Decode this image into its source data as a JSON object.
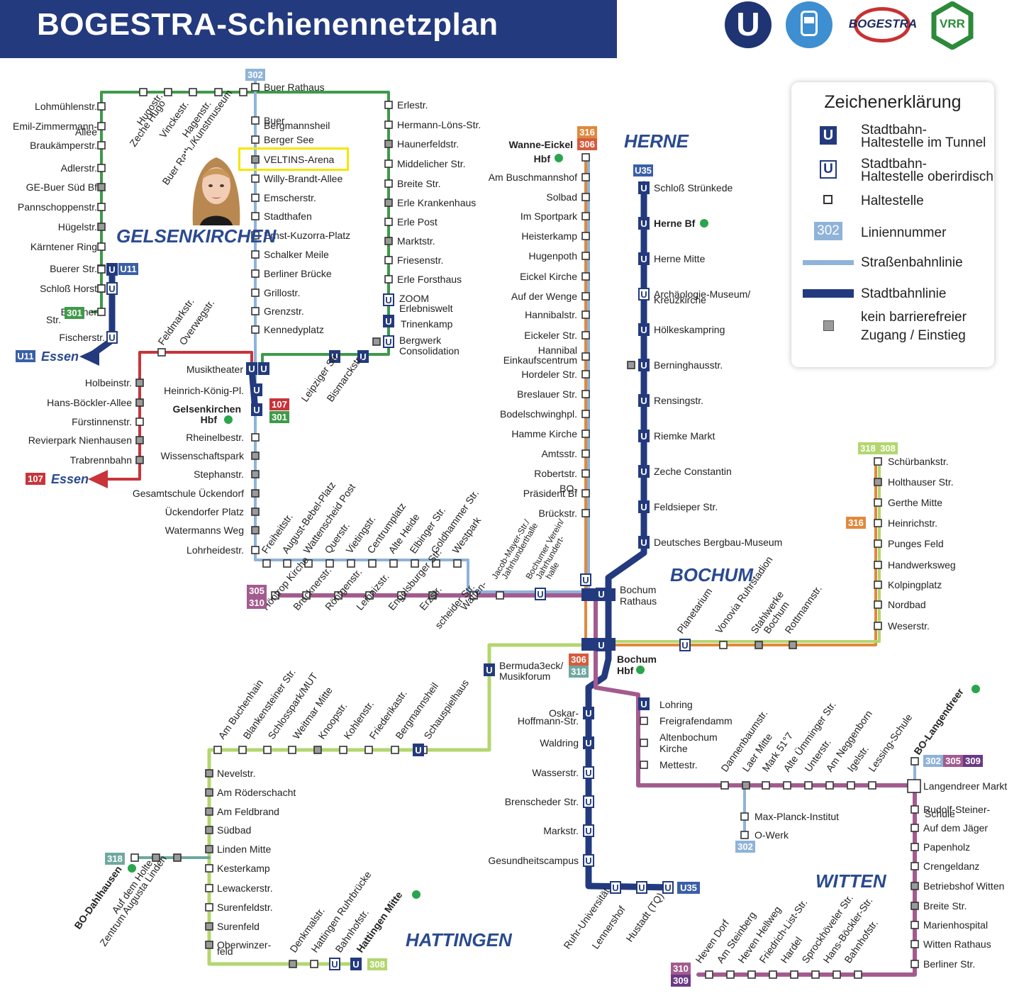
{
  "header": {
    "title": "BOGESTRA-Schienennetzplan"
  },
  "logos": {
    "u_bahn": "U",
    "bogestra": "BOGESTRA",
    "vrr": "VRR"
  },
  "legend": {
    "title": "Zeichenerklärung",
    "items": [
      {
        "symbol": "U",
        "label_1": "Stadtbahn-",
        "label_2": "Haltestelle im Tunnel"
      },
      {
        "symbol": "U",
        "label_1": "Stadtbahn-",
        "label_2": "Haltestelle oberirdisch"
      },
      {
        "label_1": "Haltestelle"
      },
      {
        "symbol": "302",
        "label_1": "Liniennummer"
      },
      {
        "label_1": "Straßenbahnlinie"
      },
      {
        "label_1": "Stadtbahnlinie"
      },
      {
        "label_1": "kein barrierefreier",
        "label_2": "Zugang / Einstieg"
      }
    ]
  },
  "colors": {
    "banner": "#233a7e",
    "line_301": "#3f9a4a",
    "line_302": "#8fb3d9",
    "line_306": "#e0893d",
    "line_316": "#e0893d",
    "line_308": "#b3d66f",
    "line_318": "#6fa8a0",
    "line_305_310": "#a35b8f",
    "line_107": "#c8343a",
    "stadtbahn": "#233a7e",
    "highlight": "#f4e600",
    "db_s_bahn": "#2aa54c"
  },
  "regions": {
    "gelsenkirchen": "GELSENKIRCHEN",
    "herne": "HERNE",
    "bochum": "BOCHUM",
    "witten": "WITTEN",
    "hattingen": "HATTINGEN"
  },
  "highlight_station": "VELTINS-Arena",
  "photo": {
    "description_icon": "portrait-photo"
  },
  "map": {
    "line_badges": {
      "b302_top": "302",
      "b316": "316",
      "b306": "306",
      "bU35": "U35",
      "bU11": "U11",
      "bU11_essen": "U11",
      "b301": "301",
      "b107": "107",
      "b301b": "301",
      "b107_essen": "107",
      "b305": "305",
      "b310": "310",
      "b306b": "306",
      "b318b": "318",
      "b318r": "318",
      "b308r": "308",
      "b316r": "316",
      "b302l": "302",
      "b305l": "305",
      "b309l": "309",
      "b302mp": "302",
      "b318w": "318",
      "b308h": "308",
      "bU35b": "U35",
      "b310w": "310",
      "b309w": "309"
    },
    "destinations": {
      "essen_u11": "Essen",
      "essen_107": "Essen"
    },
    "stations": {
      "buer_rathaus": "Buer Rathaus",
      "buer_bergmannsheil_1": "Buer",
      "buer_bergmannsheil_2": "Bergmannsheil",
      "berger_see": "Berger See",
      "veltins_arena": "VELTINS-Arena",
      "willy_brandt": "Willy-Brandt-Allee",
      "emscherstr": "Emscherstr.",
      "stadthafen": "Stadthafen",
      "ernst_kuzorra": "Ernst-Kuzorra-Platz",
      "schalker_meile": "Schalker Meile",
      "berliner_bruecke": "Berliner Brücke",
      "grillostr": "Grillostr.",
      "grenzstr": "Grenzstr.",
      "kennedyplatz": "Kennedyplatz",
      "lohmuehlenstr": "Lohmühlenstr.",
      "emil_zimmermann_1": "Emil-Zimmermann-",
      "emil_zimmermann_2": "Allee",
      "braukaemperstr": "Braukämperstr.",
      "adlerstr": "Adlerstr.",
      "ge_buer_sued": "GE-Buer Süd Bf",
      "pannschoppenstr": "Pannschoppenstr.",
      "huegelstr": "Hügelstr.",
      "kaerntener_ring": "Kärntener Ring",
      "buerer_str": "Buerer Str.",
      "schloss_horst": "Schloß Horst",
      "essener_str_1": "Essener",
      "essener_str_2": "Str.",
      "fischerstr": "Fischerstr.",
      "hugostr": "Hugostr.",
      "zeche_hugo": "Zeche Hugo",
      "vinckestr": "Vinckestr.",
      "hagenstr": "Hagenstr.",
      "buer_rath_kunst": "Buer Rath./Kunstmuseum",
      "erlestr": "Erlestr.",
      "hermann_loens": "Hermann-Löns-Str.",
      "haunerfeldstr": "Haunerfeldstr.",
      "middelicher": "Middelicher Str.",
      "breite_str_ge": "Breite Str.",
      "erle_krankenhaus": "Erle Krankenhaus",
      "erle_post": "Erle Post",
      "marktstr": "Marktstr.",
      "friesenstr": "Friesenstr.",
      "erle_forsthaus": "Erle Forsthaus",
      "zoom_1": "ZOOM",
      "zoom_2": "Erlebniswelt",
      "trinenkamp": "Trinenkamp",
      "bergwerk_1": "Bergwerk",
      "bergwerk_2": "Consolidation",
      "leipziger": "Leipziger Str.",
      "bismarckstr": "Bismarckstr.",
      "feldmarkstr": "Feldmarkstr.",
      "overwegstr": "Overwegstr.",
      "musiktheater": "Musiktheater",
      "heinrich_koenig": "Heinrich-König-Pl.",
      "ge_hbf_1": "Gelsenkirchen",
      "ge_hbf_2": "Hbf",
      "rheinelbestr": "Rheinelbestr.",
      "wissenschaftspark": "Wissenschaftspark",
      "stephanstr": "Stephanstr.",
      "gesamtschule": "Gesamtschule Ückendorf",
      "ueckendorfer": "Ückendorfer Platz",
      "watermanns": "Watermanns Weg",
      "lohrheidestr": "Lohrheidestr.",
      "holbeinstr": "Holbeinstr.",
      "hans_boeckler_ge": "Hans-Böckler-Allee",
      "fuerstinnenstr": "Fürstinnenstr.",
      "revierpark": "Revierpark Nienhausen",
      "trabrennbahn": "Trabrennbahn",
      "freiheitstr": "Freiheitstr.",
      "august_bebel": "August-Bebel-Platz",
      "wattenscheid_post": "Wattenscheid Post",
      "querstr": "Querstr.",
      "vietingstr": "Vietingstr.",
      "centrumplatz": "Centrumplatz",
      "alte_heide": "Alte Heide",
      "elbinger": "Elbinger Str.",
      "goldhammer": "Goldhammer Str.",
      "westpark": "Westpark",
      "jacob_mayer": "Jacob-Mayer-Str./",
      "jahrhunderthalle": "Jahrhunderthalle",
      "bochumer_verein_1": "Bochumer Verein/",
      "bochumer_verein_2": "Jahrhundert-",
      "bochumer_verein_3": "halle",
      "hoentrop_kirche": "Höntrop Kirche",
      "brucknerstr": "Brucknerstr.",
      "roentgenstr": "Röntgenstr.",
      "leibnizstr": "Leibnizstr.",
      "engelsburger": "Engelsburger Str.",
      "erzstr": "Erzstr.",
      "wattenscheider_1": "Watten-",
      "wattenscheider_2": "scheider Str.",
      "wanne_eickel_1": "Wanne-Eickel",
      "wanne_eickel_2": "Hbf",
      "am_buschmannshof": "Am Buschmannshof",
      "solbad": "Solbad",
      "im_sportpark": "Im Sportpark",
      "heisterkamp": "Heisterkamp",
      "hugenpoth": "Hugenpoth",
      "eickel_kirche": "Eickel Kirche",
      "auf_der_wenge": "Auf der Wenge",
      "hannibalstr": "Hannibalstr.",
      "eickeler_str": "Eickeler Str.",
      "hannibal_ez_1": "Hannibal",
      "hannibal_ez_2": "Einkaufscentrum",
      "hordeler": "Hordeler Str.",
      "breslauer": "Breslauer Str.",
      "bodelschwingh": "Bodelschwinghpl.",
      "hamme_kirche": "Hamme Kirche",
      "amtsstr": "Amtsstr.",
      "robertstr": "Robertstr.",
      "bo_praesident_1": "BO-",
      "bo_praesident_2": "Präsident Bf",
      "brueckstr": "Brückstr.",
      "schloss_struenkede": "Schloß Strünkede",
      "herne_bf": "Herne Bf",
      "herne_mitte": "Herne Mitte",
      "archaeologie_1": "Archäologie-Museum/",
      "archaeologie_2": "Kreuzkirche",
      "hoelkeskampring": "Hölkeskampring",
      "berninghausstr": "Berninghausstr.",
      "rensingstr": "Rensingstr.",
      "riemke_markt": "Riemke Markt",
      "zeche_constantin": "Zeche Constantin",
      "feldsieper": "Feldsieper Str.",
      "bergbau_museum": "Deutsches Bergbau-Museum",
      "bochum_rathaus_1": "Bochum",
      "bochum_rathaus_2": "Rathaus",
      "bochum_hbf_1": "Bochum",
      "bochum_hbf_2": "Hbf",
      "planetarium": "Planetarium",
      "vonovia": "Vonovia Ruhrstadion",
      "stahlwerke_1": "Stahlwerke",
      "stahlwerke_2": "Bochum",
      "rottmannstr": "Rottmannstr.",
      "schuerbankstr": "Schürbankstr.",
      "holthauser": "Holthauser Str.",
      "gerthe_mitte": "Gerthe Mitte",
      "heinrichstr": "Heinrichstr.",
      "punges_feld": "Punges Feld",
      "handwerksweg": "Handwerksweg",
      "kolpingplatz": "Kolpingplatz",
      "nordbad": "Nordbad",
      "weserstr": "Weserstr.",
      "bermuda_1": "Bermuda3eck/",
      "bermuda_2": "Musikforum",
      "oskar_hoffmann_1": "Oskar-",
      "oskar_hoffmann_2": "Hoffmann-Str.",
      "waldring": "Waldring",
      "wasserstr": "Wasserstr.",
      "brenscheder": "Brenscheder Str.",
      "markstr": "Markstr.",
      "gesundheitscampus": "Gesundheitscampus",
      "ruhr_uni": "Ruhr-Universität",
      "lennershof": "Lennershof",
      "hustadt": "Hustadt (TQ)",
      "lohring": "Lohring",
      "freigrafendamm": "Freigrafendamm",
      "altenbochum_1": "Altenbochum",
      "altenbochum_2": "Kirche",
      "mettestr": "Mettestr.",
      "dannenbaumstr": "Dannenbaumstr.",
      "laer_mitte": "Laer Mitte",
      "mark_51_7": "Mark 51°7",
      "alte_ummingen": "Alte Ümminger Str.",
      "unterstr": "Unterstr.",
      "am_neggenborn": "Am Neggenborn",
      "igelstr": "Igelstr.",
      "lessing_schule": "Lessing-Schule",
      "bo_langendreer": "BO-Langendreer",
      "max_planck": "Max-Planck-Institut",
      "o_werk": "O-Werk",
      "langendreer_markt": "Langendreer Markt",
      "rudolf_steiner_1": "Rudolf-Steiner-",
      "rudolf_steiner_2": "Schule",
      "auf_dem_jaeger": "Auf dem Jäger",
      "papenholz": "Papenholz",
      "crengeldanz": "Crengeldanz",
      "betriebshof_witten": "Betriebshof Witten",
      "breite_str_witten": "Breite Str.",
      "marienhospital": "Marienhospital",
      "witten_rathaus": "Witten Rathaus",
      "berliner_str": "Berliner Str.",
      "heven_dorf": "Heven Dorf",
      "am_steinberg": "Am Steinberg",
      "heven_hellweg": "Heven Hellweg",
      "friedrich_list": "Friedrich-List-Str.",
      "hardel": "Hardel",
      "sprockhoeveler": "Sprockhöveler Str.",
      "hans_boeckler_w": "Hans-Böckler-Str.",
      "bahnhofstr_w": "Bahnhofstr.",
      "am_buchenhain": "Am Buchenhain",
      "blankensteiner": "Blankensteiner Str.",
      "schlosspark": "Schlosspark/MUT",
      "weitmar_mitte": "Weitmar Mitte",
      "knoopstr": "Knoopstr.",
      "kohlenstr": "Kohlenstr.",
      "friederikastr": "Friederikastr.",
      "bergmannsheil": "Bergmannsheil",
      "schauspielhaus": "Schauspielhaus",
      "nevelstr": "Nevelstr.",
      "am_roederschacht": "Am Röderschacht",
      "am_feldbrand": "Am Feldbrand",
      "suedbad": "Südbad",
      "linden_mitte": "Linden Mitte",
      "kesterkamp": "Kesterkamp",
      "lewackerstr": "Lewackerstr.",
      "surenfeldstr": "Surenfeldstr.",
      "surenfeld": "Surenfeld",
      "oberwinzerfeld_1": "Oberwinzer-",
      "oberwinzerfeld_2": "feld",
      "denkmalstr": "Denkmalstr.",
      "hattingen_ruhrbruecke": "Hattingen Ruhrbrücke",
      "bahnhofstr_h": "Bahnhofstr.",
      "hattingen_mitte": "Hattingen Mitte",
      "bo_dahlhausen": "BO-Dahlhausen",
      "auf_dem_holte": "Auf dem Holte",
      "zentrum_augusta": "Zentrum Augusta Linden"
    }
  }
}
